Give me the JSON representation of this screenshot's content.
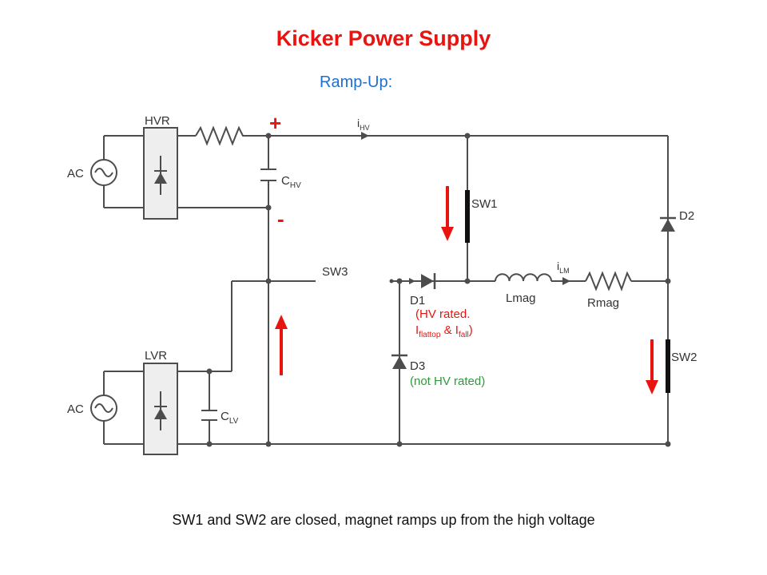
{
  "title": "Kicker Power Supply",
  "subtitle": "Ramp-Up:",
  "caption": "SW1 and SW2 are closed, magnet ramps up from the high voltage",
  "labels": {
    "hvr": "HVR",
    "lvr": "LVR",
    "ac_top": "AC",
    "ac_bottom": "AC",
    "plus": "+",
    "minus": "-",
    "chv_main": "C",
    "chv_sub": "HV",
    "clv_main": "C",
    "clv_sub": "LV",
    "ihv_main": "i",
    "ihv_sub": "HV",
    "ilm_main": "i",
    "ilm_sub": "LM",
    "sw1": "SW1",
    "sw2": "SW2",
    "sw3": "SW3",
    "d1": "D1",
    "d2": "D2",
    "d3": "D3",
    "lmag": "Lmag",
    "rmag": "Rmag",
    "d1_note_line1": "(HV rated.",
    "d1_note_i1": "I",
    "d1_note_sub1": "flattop",
    "d1_note_amp": " & I",
    "d1_note_sub2": "fall",
    "d1_note_end": ")",
    "d3_note": "(not HV rated)"
  },
  "colors": {
    "title": "#e8140f",
    "subtitle": "#1f6fd1",
    "wire": "#4d4d4d",
    "arrow": "#e8140f",
    "note_red": "#e8140f",
    "note_green": "#2e9a3a"
  }
}
